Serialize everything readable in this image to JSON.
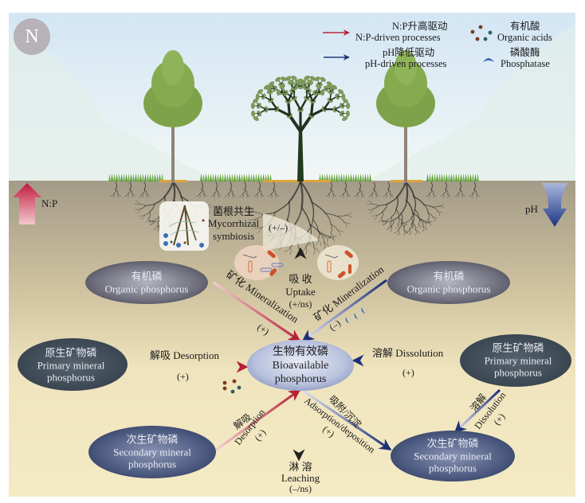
{
  "badge": {
    "letter": "N"
  },
  "legend": {
    "np_driven": {
      "zh": "N:P升高驱动",
      "en": "N:P-driven processes",
      "arrow_color": "#c0283a"
    },
    "ph_driven": {
      "zh": "pH降低驱动",
      "en": "pH-driven processes",
      "arrow_color": "#1f3a80"
    },
    "organic_acids": {
      "zh": "有机酸",
      "en": "Organic acids",
      "icon": "dots-icon"
    },
    "phosphatase": {
      "zh": "磷酸酶",
      "en": "Phosphatase",
      "icon": "enzyme-icon"
    }
  },
  "side_indicators": {
    "np": {
      "label": "N:P",
      "direction": "up",
      "color": "#c41f45"
    },
    "ph": {
      "label": "pH",
      "direction": "down",
      "color": "#20408c"
    }
  },
  "mycorrhiza": {
    "zh": "菌根共生",
    "en1": "Mycorrhizal",
    "en2": "symbiosis",
    "effect": "(+/–)"
  },
  "nodes": {
    "center": {
      "zh": "生物有效磷",
      "en1": "Bioavailable",
      "en2": "phosphorus"
    },
    "organic_left": {
      "zh": "有机磷",
      "en1": "Organic phosphorus"
    },
    "organic_right": {
      "zh": "有机磷",
      "en1": "Organic phosphorus"
    },
    "primary_left": {
      "zh": "原生矿物磷",
      "en1": "Primary mineral",
      "en2": "phosphorus"
    },
    "primary_right": {
      "zh": "原生矿物磷",
      "en1": "Primary mineral",
      "en2": "phosphorus"
    },
    "secondary_left": {
      "zh": "次生矿物磷",
      "en1": "Secondary mineral",
      "en2": "phosphorus"
    },
    "secondary_right": {
      "zh": "次生矿物磷",
      "en1": "Secondary mineral",
      "en2": "phosphorus"
    }
  },
  "processes": {
    "uptake": {
      "zh": "吸 收",
      "en": "Uptake",
      "effect": "(+/ns)"
    },
    "mineralization_left": {
      "label": "矿化 Mineralization",
      "effect": "(+)"
    },
    "mineralization_right": {
      "label": "矿化 Mineralization",
      "effect": "(–)"
    },
    "desorption_left": {
      "label": "解吸 Desorption",
      "effect": "(+)"
    },
    "dissolution_right": {
      "label": "溶解 Dissolution",
      "effect": "(+)"
    },
    "desorption_secondary": {
      "zh": "解吸",
      "en": "Desorption",
      "effect": "(+)"
    },
    "leaching": {
      "zh": "淋 溶",
      "en": "Leaching",
      "effect": "(–/ns)"
    },
    "adsorption": {
      "zh": "吸附/沉淀",
      "en": "Adsorption/deposition",
      "effect": "(+)"
    },
    "dissolution_secondary": {
      "zh": "溶解",
      "en": "Dissolution",
      "effect": "(+)"
    }
  },
  "colors": {
    "sky_top": "#d2e6f4",
    "sky_bottom": "#eef5f4",
    "soil_top": "#a89e8a",
    "soil_bottom": "#f4eac2",
    "np_arrow": "#b8203a",
    "ph_arrow": "#1b2f78",
    "neutral_arrow": "#2a2a2a"
  }
}
